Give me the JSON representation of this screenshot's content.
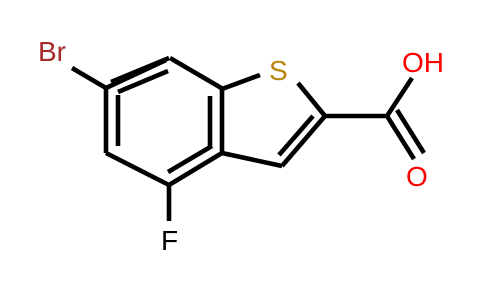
{
  "molecule": {
    "atoms": {
      "br": {
        "label": "Br",
        "color": "#a52a2a"
      },
      "s": {
        "label": "S",
        "color": "#b8860b"
      },
      "f": {
        "label": "F",
        "color": "#000000"
      },
      "oh": {
        "label": "OH",
        "color": "#ff0000"
      },
      "o": {
        "label": "O",
        "color": "#ff0000"
      }
    },
    "bond_color": "#000000",
    "background": "#ffffff"
  }
}
